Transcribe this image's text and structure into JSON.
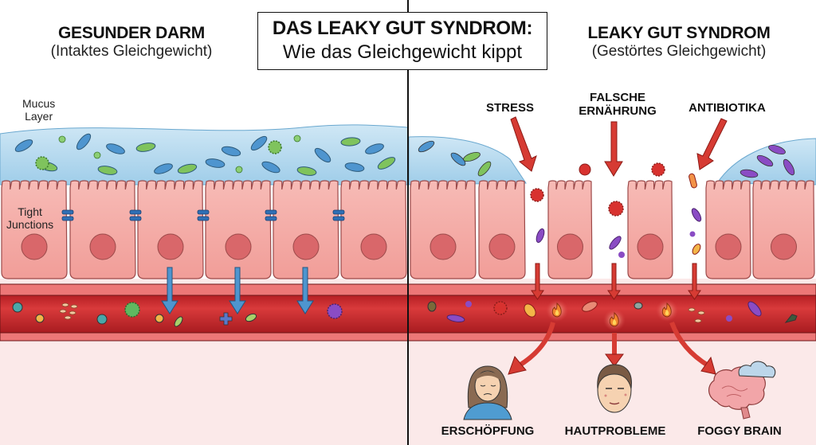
{
  "title": {
    "line1": "DAS LEAKY GUT SYNDROM:",
    "line2": "Wie das Gleichgewicht kippt"
  },
  "left_panel": {
    "heading": "GESUNDER DARM",
    "subheading": "(Intaktes Gleichgewicht)",
    "labels": {
      "mucus_line1": "Mucus",
      "mucus_line2": "Layer",
      "junction_line1": "Tight",
      "junction_line2": "Junctions"
    }
  },
  "right_panel": {
    "heading": "LEAKY GUT SYNDROM",
    "subheading": "(Gestörtes Gleichgewicht)",
    "causes": [
      {
        "line1": "STRESS",
        "line2": ""
      },
      {
        "line1": "FALSCHE",
        "line2": "ERNÄHRUNG"
      },
      {
        "line1": "ANTIBIOTIKA",
        "line2": ""
      }
    ],
    "symptoms": [
      {
        "label": "ERSCHÖPFUNG",
        "icon": "tired-woman-icon"
      },
      {
        "label": "HAUTPROBLEME",
        "icon": "face-skin-icon"
      },
      {
        "label": "FOGGY BRAIN",
        "icon": "brain-cloud-icon"
      }
    ]
  },
  "colors": {
    "mucus": "#a9d4ee",
    "cell": "#f4a9a4",
    "cell_border": "#9c4a4a",
    "nucleus": "#d9676a",
    "blood": "#c8262a",
    "blood_wall": "#ec7777",
    "arrow_red": "#d63b33",
    "arrow_blue": "#4e95cf",
    "junction": "#2f6fb5",
    "lower_bg": "#fbe7e7"
  }
}
